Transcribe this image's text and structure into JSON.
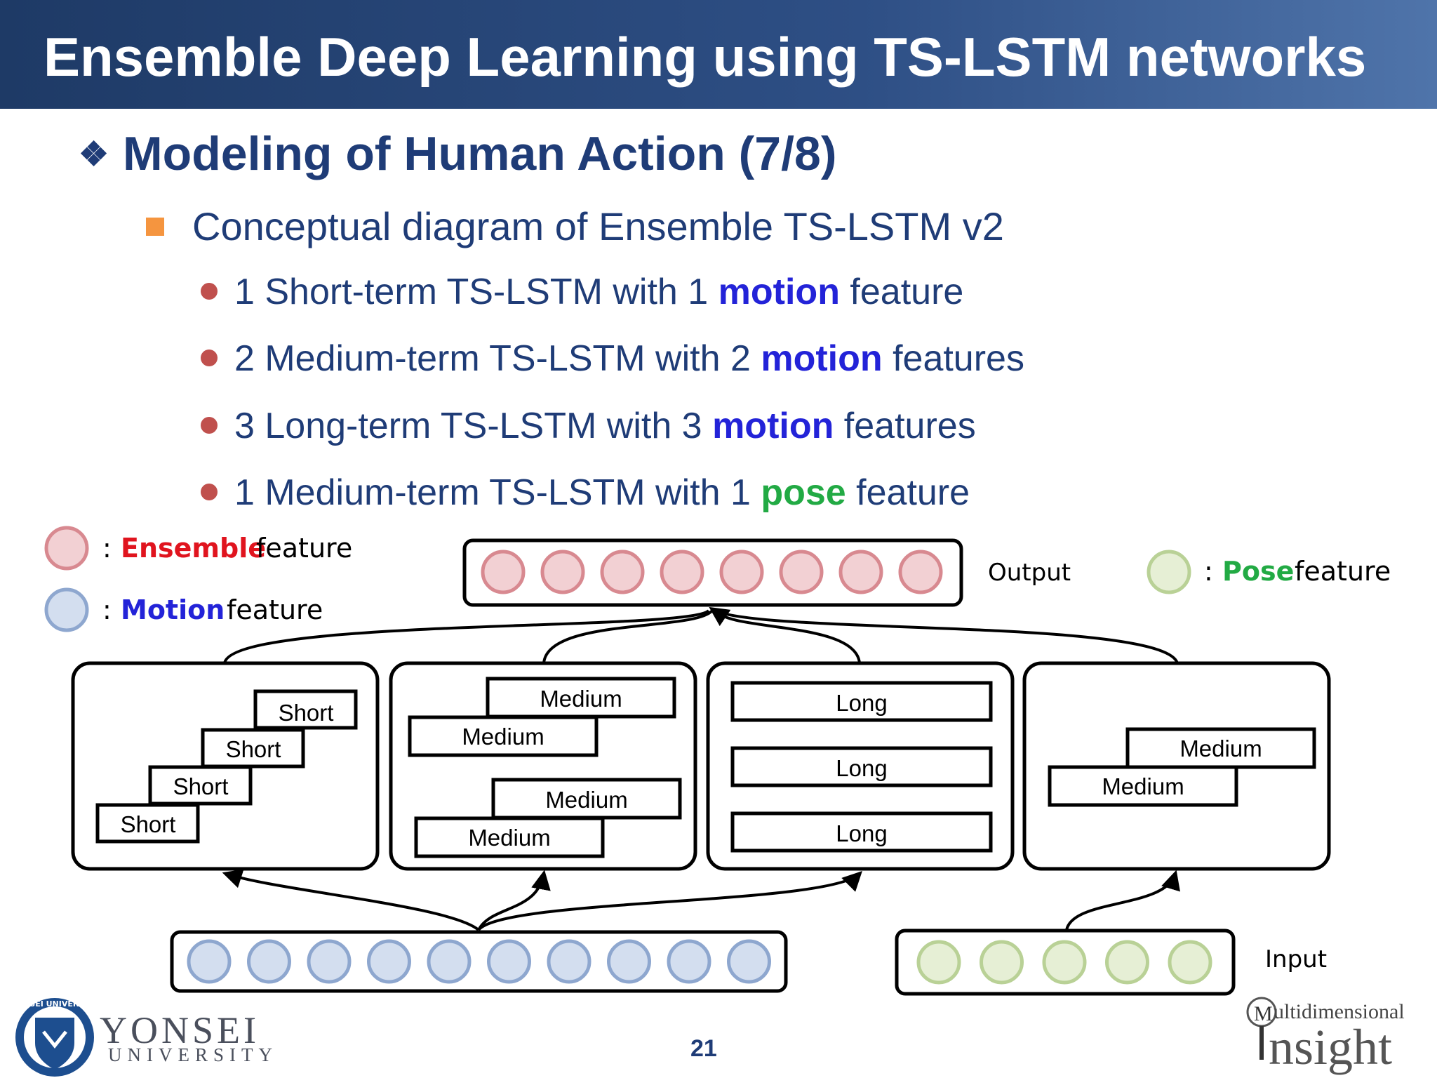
{
  "slide": {
    "title": "Ensemble Deep Learning using TS-LSTM networks",
    "heading": "Modeling of Human Action (7/8)",
    "subheading": "Conceptual diagram of Ensemble TS-LSTM v2",
    "bullets": [
      {
        "pre": "1 Short-term TS-LSTM with 1 ",
        "kw": "motion",
        "post": " feature"
      },
      {
        "pre": "2 Medium-term TS-LSTM with 2 ",
        "kw": "motion",
        "post": " features"
      },
      {
        "pre": "3 Long-term TS-LSTM with 3 ",
        "kw": "motion",
        "post": " features"
      },
      {
        "pre": "1 Medium-term TS-LSTM with 1 ",
        "kw": "pose",
        "post": " feature"
      }
    ],
    "page_number": "21"
  },
  "legend": {
    "sep": ":",
    "ensemble_kw": "Ensemble",
    "motion_kw": "Motion",
    "pose_kw": "Pose",
    "feature_word": "feature"
  },
  "diagram": {
    "output_label": "Output",
    "input_label": "Input",
    "short": "Short",
    "medium": "Medium",
    "long": "Long",
    "output_count": 8,
    "motion_input_count": 10,
    "pose_input_count": 5
  },
  "colors": {
    "ensemble": "#f2d0d3",
    "ensemble_stroke": "#d88990",
    "motion": "#d3deef",
    "motion_stroke": "#8ea7cf",
    "pose": "#e6efd5",
    "pose_stroke": "#b9d196",
    "ensemble_text": "#e0141e",
    "motion_text": "#2323d8",
    "pose_text": "#22aa44"
  },
  "logos": {
    "yonsei_name": "YONSEI",
    "yonsei_sub": "UNIVERSITY",
    "yonsei_seal": "YONSEI UNIVERSITY",
    "lab_top": "ultidimensional",
    "lab_initial": "M",
    "lab_bottom": "nsight"
  }
}
